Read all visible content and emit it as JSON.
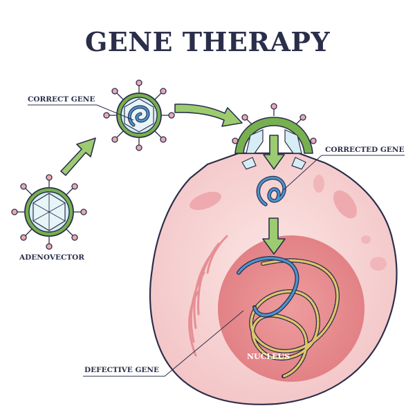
{
  "title": "GENE THERAPY",
  "labels": {
    "correct_gene": "CORRECT GENE",
    "adenovector": "ADENOVECTOR",
    "corrected_gene": "CORRECTED GENE",
    "defective_gene": "DEFECTIVE GENE",
    "nucleus": "NUCLEUS"
  },
  "colors": {
    "title": "#2b2e4a",
    "arrow_green": "#8fbf63",
    "capsid_green": "#6fa94a",
    "capsid_blue": "#d4ebf3",
    "spike_pink": "#e8a9b3",
    "gene_blue": "#3d87c6",
    "gene_yellow": "#d9b857",
    "cell": "#f6d3d4",
    "nucleus": "#e88f92"
  }
}
